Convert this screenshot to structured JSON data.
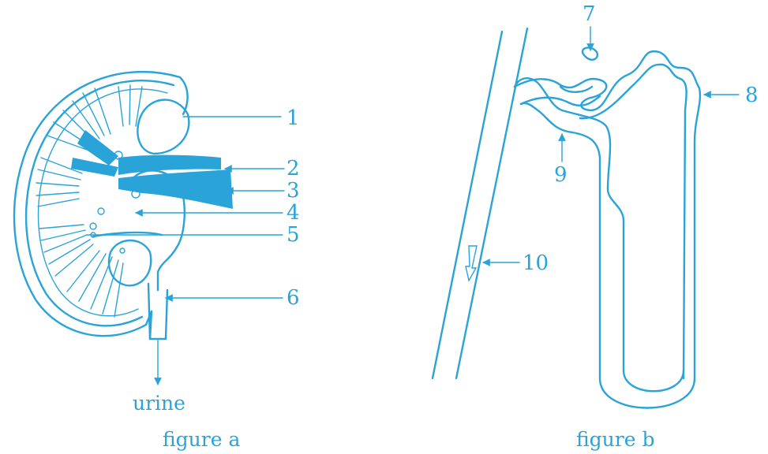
{
  "figure_a": {
    "caption": "figure a",
    "output_label": "urine",
    "labels": [
      "1",
      "2",
      "3",
      "4",
      "5",
      "6"
    ]
  },
  "figure_b": {
    "caption": "figure b",
    "labels": [
      "7",
      "8",
      "9",
      "10"
    ]
  },
  "colors": {
    "ink": "#2aa3d8",
    "background": "#ffffff"
  }
}
